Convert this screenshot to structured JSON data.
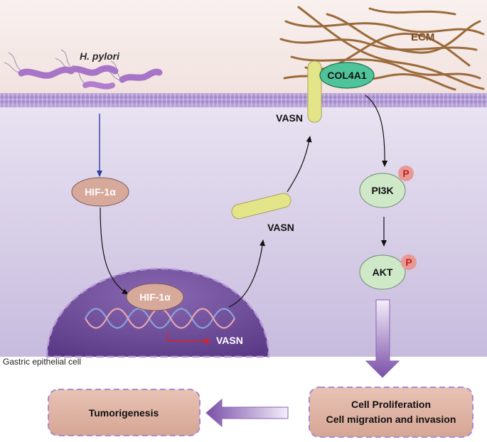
{
  "labels": {
    "bacteria": "H. pylori",
    "ecm": "ECM",
    "col4a1": "COL4A1",
    "vasn_membrane": "VASN",
    "vasn_cytoplasm": "VASN",
    "vasn_gene": "VASN",
    "hif_cytoplasm": "HIF-1α",
    "hif_nucleus": "HIF-1α",
    "pi3k": "PI3K",
    "akt": "AKT",
    "phospho": "P",
    "cell_label": "Gastric epithelial cell",
    "outcome_proliferation": "Cell Proliferation",
    "outcome_migration": "Cell migration and invasion",
    "tumorigenesis": "Tumorigenesis"
  },
  "colors": {
    "outside_bg": "#f6ece9",
    "cell_bg": "#d7cfe6",
    "membrane": "#b49ed6",
    "nucleus": "#6a4a92",
    "hif_node": "#d7a99a",
    "col4a1_node": "#4fc39a",
    "vasn_protein": "#e4e488",
    "kinase_node": "#cfe8c8",
    "phospho_badge": "#e79a95",
    "ecm_fiber": "#9b6a3a",
    "outcome_box": "#ddb0a0",
    "arrow_blue": "#2a3aa0",
    "arrow_red": "#e02020"
  }
}
